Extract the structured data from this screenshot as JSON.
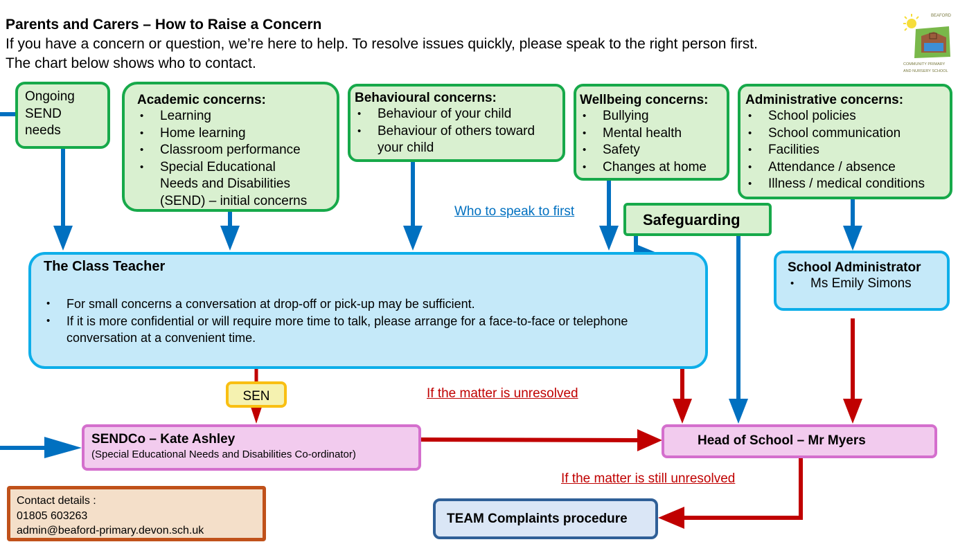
{
  "header": {
    "title": "Parents and Carers – How to Raise a Concern",
    "line1": "If you have a concern or question, we’re here to help.  To resolve issues quickly, please speak to the right person first.",
    "line2": "The chart below shows who to contact."
  },
  "logo": {
    "name": "school-logo",
    "text_top": "BEAFORD",
    "text_mid": "COMMUNITY PRIMARY",
    "text_bottom": "AND NURSERY SCHOOL"
  },
  "concerns": {
    "ongoing_send": {
      "lines": [
        "Ongoing",
        "SEND",
        "needs"
      ]
    },
    "academic": {
      "title": "Academic concerns:",
      "items": [
        "Learning",
        "Home learning",
        "Classroom performance",
        "Special Educational Needs and Disabilities (SEND) – initial concerns"
      ]
    },
    "behavioural": {
      "title": "Behavioural concerns:",
      "items": [
        "Behaviour of your child",
        "Behaviour of others toward your child"
      ]
    },
    "wellbeing": {
      "title": "Wellbeing concerns:",
      "items": [
        "Bullying",
        "Mental health",
        "Safety",
        "Changes at home"
      ]
    },
    "administrative": {
      "title": "Administrative concerns:",
      "items": [
        "School policies",
        "School communication",
        "Facilities",
        "Attendance / absence",
        "Illness / medical conditions"
      ]
    },
    "safeguarding": {
      "title": "Safeguarding"
    }
  },
  "labels": {
    "who_first": "Who to speak to first",
    "unresolved": "If the matter is unresolved",
    "still_unresolved": "If the matter is still unresolved",
    "sen": "SEN"
  },
  "class_teacher": {
    "title": "The Class Teacher",
    "items": [
      "For small concerns a conversation at drop-off or pick-up may be sufficient.",
      "If it is more confidential or will require more time to talk, please arrange for a face-to-face or telephone conversation at a convenient time."
    ]
  },
  "school_admin": {
    "title": "School Administrator",
    "items": [
      "Ms Emily Simons"
    ]
  },
  "sendco": {
    "title": "SENDCo – Kate Ashley",
    "subtitle": "(Special Educational Needs and Disabilities Co-ordinator)"
  },
  "head": {
    "title": "Head of School – Mr Myers"
  },
  "team": {
    "title": "TEAM Complaints procedure"
  },
  "contact": {
    "heading": "Contact details :",
    "phone": "01805 603263",
    "email": "admin@beaford-primary.devon.sch.uk"
  },
  "colors": {
    "blue_arrow": "#0070c0",
    "red_arrow": "#c00000",
    "green_border": "#17a94a",
    "blue_border": "#0eaee9",
    "pink_border": "#d46fcd"
  }
}
